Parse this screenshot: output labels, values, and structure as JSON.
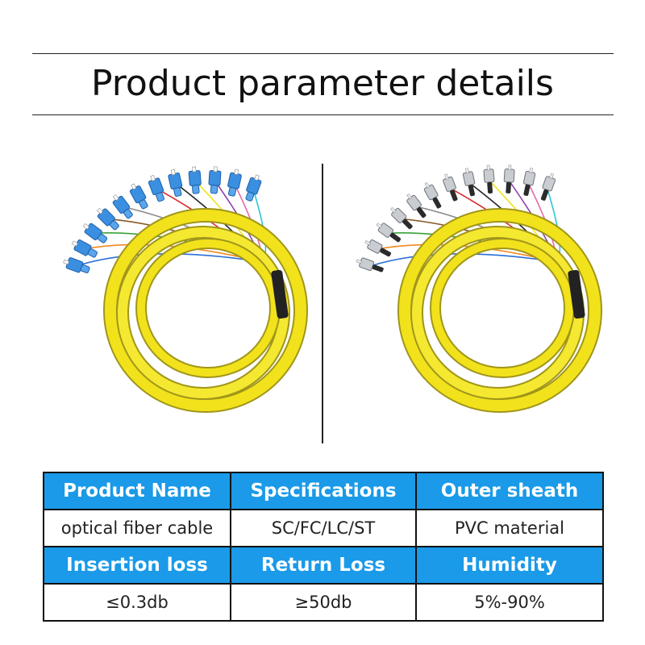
{
  "title": "Product parameter details",
  "colors": {
    "header_bg": "#1a9ae8",
    "cable_yellow": "#f2e21c",
    "connector_blue": "#3b8fe0",
    "connector_silver": "#c9ccd1"
  },
  "images": [
    {
      "name": "sc-fiber-pigtail-bundle",
      "connector": "SC",
      "connector_color": "blue"
    },
    {
      "name": "fc-fiber-pigtail-bundle",
      "connector": "FC",
      "connector_color": "silver"
    }
  ],
  "table": {
    "rows": [
      {
        "kind": "header",
        "cells": [
          "Product Name",
          "Specifications",
          "Outer sheath"
        ]
      },
      {
        "kind": "value",
        "cells": [
          "optical fiber cable",
          "SC/FC/LC/ST",
          "PVC material"
        ]
      },
      {
        "kind": "header",
        "cells": [
          "Insertion loss",
          "Return Loss",
          "Humidity"
        ]
      },
      {
        "kind": "value",
        "cells": [
          "≤0.3db",
          "≥50db",
          "5%-90%"
        ]
      }
    ]
  }
}
